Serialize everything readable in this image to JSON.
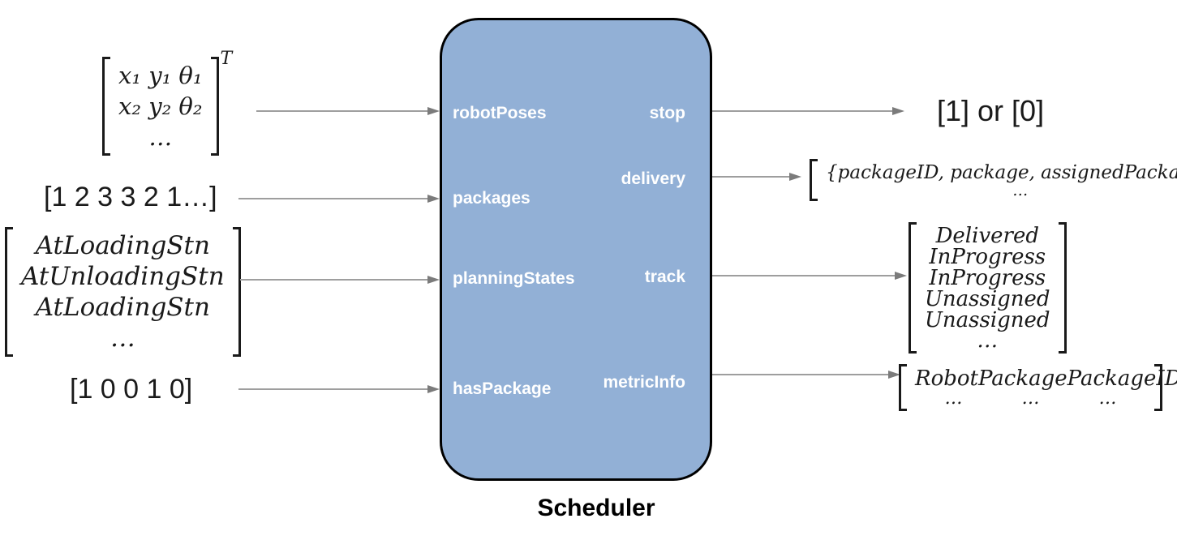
{
  "block": {
    "name": "Scheduler",
    "input_ports": [
      {
        "label": "robotPoses"
      },
      {
        "label": "packages"
      },
      {
        "label": "planningStates"
      },
      {
        "label": "hasPackage"
      }
    ],
    "output_ports": [
      {
        "label": "stop"
      },
      {
        "label": "delivery"
      },
      {
        "label": "track"
      },
      {
        "label": "metricInfo"
      }
    ]
  },
  "annotations": {
    "robot_poses": {
      "rows": [
        "x₁ y₁ θ₁",
        "x₂ y₂ θ₂",
        "…"
      ],
      "superscript": "T"
    },
    "packages": {
      "text": "[1 2 3 3 2 1…]"
    },
    "planning_states": {
      "rows": [
        "AtLoadingStn",
        "AtUnloadingStn",
        "AtLoadingStn",
        "…"
      ]
    },
    "has_package": {
      "text": "[1 0 0 1 0]"
    },
    "stop": {
      "text": "[1] or [0]"
    },
    "delivery": {
      "rows": [
        "{packageID, package, assignedPackage}",
        "…"
      ]
    },
    "track": {
      "rows": [
        "Delivered",
        "InProgress",
        "InProgress",
        "Unassigned",
        "Unassigned",
        "…"
      ]
    },
    "metric_info": {
      "columns": [
        "Robot",
        "Package",
        "PackageID"
      ],
      "ellipsis": [
        "…",
        "…",
        "…"
      ]
    }
  },
  "colors": {
    "block_fill": "#92b0d6",
    "block_border": "#000000",
    "arrow_line": "#9e9e9e",
    "arrow_head": "#7b7b7b",
    "port_label": "#ffffff",
    "text": "#1a1a1a"
  }
}
